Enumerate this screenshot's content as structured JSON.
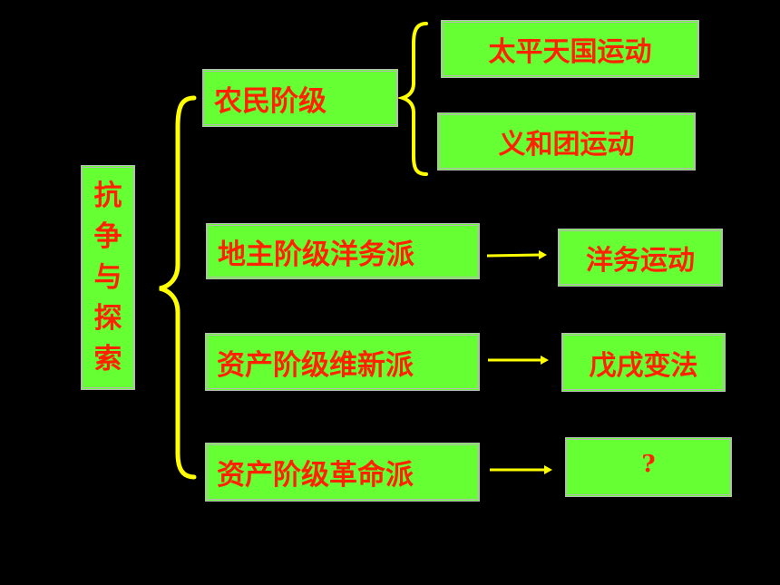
{
  "root": {
    "chars": [
      "抗",
      "争",
      "与",
      "探",
      "索"
    ]
  },
  "branches": [
    {
      "label": "农民阶级",
      "results": [
        "太平天国运动",
        "义和团运动"
      ]
    },
    {
      "label": "地主阶级洋务派",
      "result": "洋务运动"
    },
    {
      "label": "资产阶级维新派",
      "result": "戊戌变法"
    },
    {
      "label": "资产阶级革命派",
      "result": "?"
    }
  ],
  "colors": {
    "box_fill": "#66ff33",
    "text": "#ff2200",
    "brace": "#ffff00",
    "arrow": "#ffff00",
    "background": "#000000"
  }
}
